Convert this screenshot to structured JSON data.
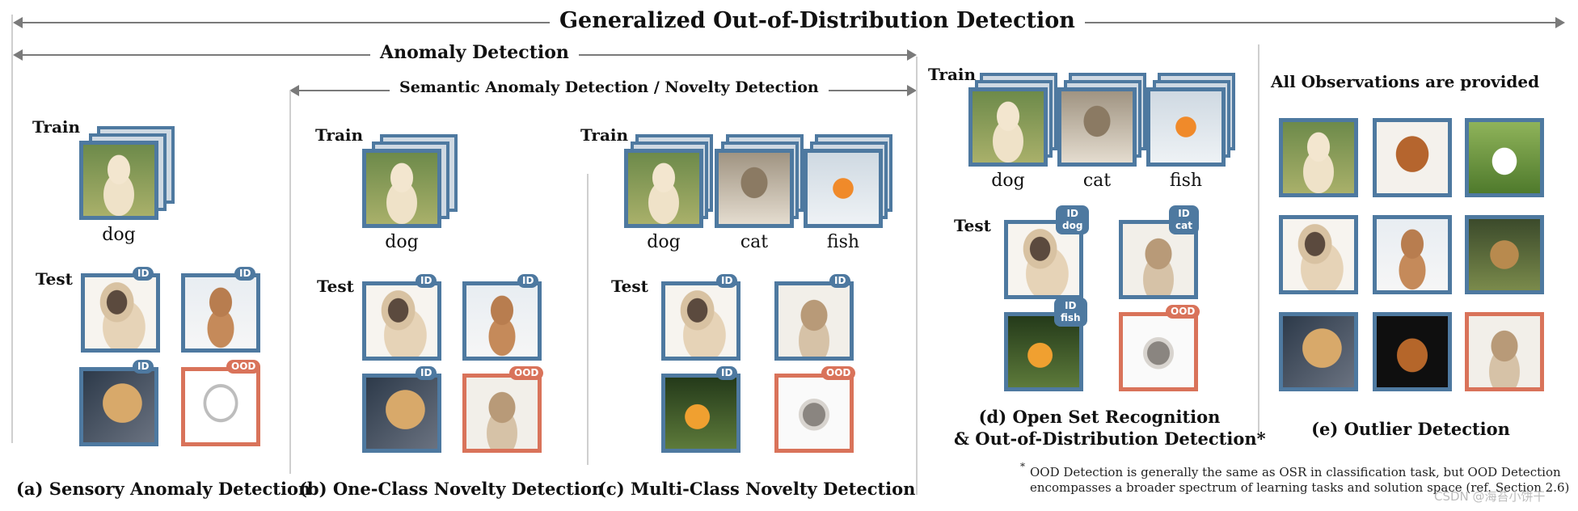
{
  "headers": {
    "top": "Generalized Out-of-Distribution Detection",
    "anomaly": "Anomaly Detection",
    "semantic": "Semantic Anomaly Detection / Novelty Detection",
    "all_obs": "All Observations are provided"
  },
  "labels": {
    "train": "Train",
    "test": "Test"
  },
  "classes": {
    "dog": "dog",
    "cat": "cat",
    "fish": "fish"
  },
  "badges": {
    "id": "ID",
    "ood": "OOD",
    "id_dog": "ID\ndog",
    "id_cat": "ID\ncat",
    "id_fish": "ID\nfish"
  },
  "captions": {
    "a": "(a) Sensory Anomaly Detection",
    "b": "(b) One-Class Novelty Detection",
    "c": "(c) Multi-Class Novelty Detection",
    "d1": "(d) Open Set Recognition",
    "d2": "& Out-of-Distribution Detection*",
    "e": "(e) Outlier Detection"
  },
  "footnote": {
    "star": "*",
    "line1": "OOD Detection is generally the same as OSR in classification task, but OOD Detection",
    "line2": "encompasses a broader spectrum of learning tasks and solution space (ref. Section 2.6)",
    "watermark": "CSDN @海苔小饼干"
  },
  "colors": {
    "id_blue": "#4e79a0",
    "ood_orange": "#d9735a",
    "arrow_gray": "#7a7a7a"
  }
}
